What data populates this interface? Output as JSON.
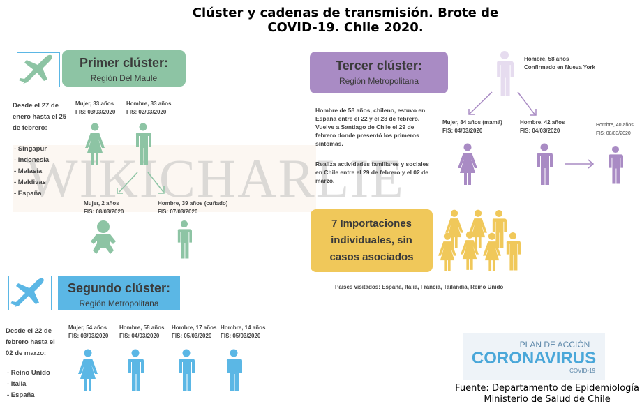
{
  "title": {
    "line1": "Clúster y cadenas de transmisión. Brote de",
    "line2": "COVID-19. Chile 2020."
  },
  "watermark": "WIKICHARLIE",
  "colors": {
    "green": "#8dc4a4",
    "purple": "#a98bc4",
    "light_purple": "#e6dcef",
    "blue": "#5bb7e5",
    "yellow": "#f0c85a"
  },
  "cluster1": {
    "heading": "Primer clúster:",
    "region": "Región Del Maule",
    "period": "Desde el 27 de enero hasta el 25 de febrero:",
    "countries": [
      "- Singapur",
      "- Indonesia",
      "- Malasia",
      "- Maldivas",
      "- España"
    ],
    "cases": [
      {
        "l1": "Mujer, 33 años",
        "l2": "FIS: 03/03/2020"
      },
      {
        "l1": "Hombre, 33 años",
        "l2": "FIS: 02/03/2020"
      },
      {
        "l1": "Mujer, 2 años",
        "l2": "FIS: 08/03/2020"
      },
      {
        "l1": "Hombre, 39 años (cuñado)",
        "l2": "FIS: 07/03/2020"
      }
    ]
  },
  "cluster2": {
    "heading": "Segundo clúster:",
    "region": "Región Metropolitana",
    "period": "Desde el 22 de febrero hasta el 02 de marzo:",
    "countries": [
      "- Reino Unido",
      "- Italia",
      "- España"
    ],
    "cases": [
      {
        "l1": "Mujer, 54 años",
        "l2": "FIS: 03/03/2020"
      },
      {
        "l1": "Hombre, 58 años",
        "l2": "FIS: 04/03/2020"
      },
      {
        "l1": "Hombre, 17 años",
        "l2": "FIS: 05/03/2020"
      },
      {
        "l1": "Hombre, 14 años",
        "l2": "FIS: 05/03/2020"
      }
    ]
  },
  "cluster3": {
    "heading": "Tercer clúster:",
    "region": "Región Metropolitana",
    "p1": "Hombre de 58 años, chileno, estuvo en España entre el 22 y el 28 de febrero. Vuelve a Santiago de Chile el 29 de febrero donde presentó los primeros síntomas.",
    "p2": "Realiza actividades familiares y sociales en Chile entre el 29 de febrero y el 02 de marzo.",
    "index": {
      "l1": "Hombre, 58 años",
      "l2": "Confirmado en Nueva York"
    },
    "cases": [
      {
        "l1": "Mujer, 84 años (mamá)",
        "l2": "FIS: 04/03/2020"
      },
      {
        "l1": "Hombre, 42 años",
        "l2": "FIS: 04/03/2020"
      },
      {
        "l1": "Hombre, 40 años",
        "l2": "FIS: 08/03/2020"
      }
    ]
  },
  "imports": {
    "text": "7 Importaciones individuales, sin casos asociados",
    "countries": "Países visitados: España, Italia, Francia, Tailandia, Reino Unido"
  },
  "logo": {
    "top": "PLAN DE ACCIÓN",
    "main": "CORONAVIRUS",
    "sub": "COVID-19"
  },
  "source": {
    "l1": "Fuente: Departamento de Epidemiología",
    "l2": "Ministerio de Salud de Chile"
  }
}
